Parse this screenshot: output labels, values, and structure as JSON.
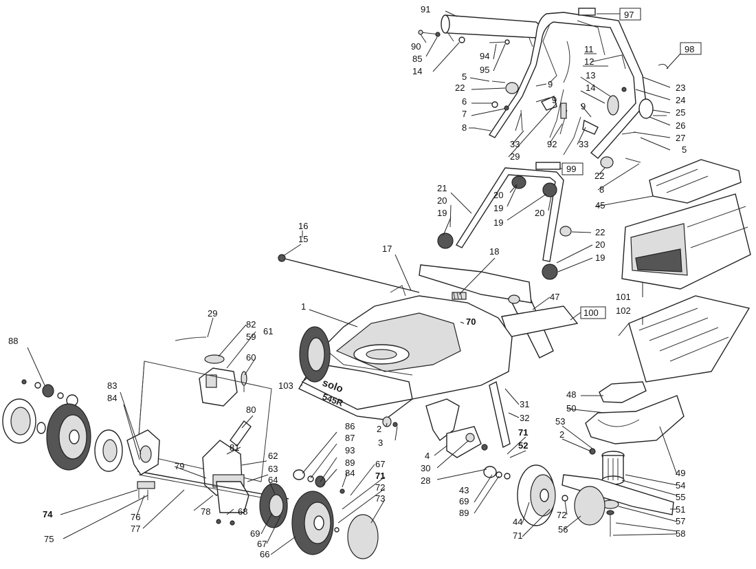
{
  "brand": {
    "logo": "solo",
    "model": "545R"
  },
  "labels": {
    "l91": "91",
    "l97": "97",
    "l90": "90",
    "l85": "85",
    "l14a": "14",
    "l94": "94",
    "l95": "95",
    "l11": "11",
    "l12": "12",
    "l98": "98",
    "l5a": "5",
    "l22a": "22",
    "l9a": "9",
    "l13": "13",
    "l14b": "14",
    "l23": "23",
    "l24": "24",
    "l6": "6",
    "l7": "7",
    "l9b": "9",
    "l25": "25",
    "l8a": "8",
    "l9c": "9",
    "l26": "26",
    "l33a": "33",
    "l92": "92",
    "l33b": "33",
    "l27": "27",
    "l29a": "29",
    "l5b": "5",
    "l99": "99",
    "l22b": "22",
    "l8b": "8",
    "l21": "21",
    "l20a": "20",
    "l20b": "20",
    "l19a": "19",
    "l19b": "19",
    "l20c": "20",
    "l19c": "19",
    "l45": "45",
    "l16": "16",
    "l15": "15",
    "l22c": "22",
    "l20d": "20",
    "l19d": "19",
    "l17": "17",
    "l18": "18",
    "l101": "101",
    "l102": "102",
    "l47": "47",
    "l100": "100",
    "l1": "1",
    "l70": "70",
    "l29b": "29",
    "l82": "82",
    "l59": "59",
    "l61": "61",
    "l88": "88",
    "l60": "60",
    "l103": "103",
    "l31": "31",
    "l48": "48",
    "l83": "83",
    "l84a": "84",
    "l50": "50",
    "l32": "32",
    "l80": "80",
    "l2a": "2",
    "l3": "3",
    "l53": "53",
    "l2b": "2",
    "l86": "86",
    "l87": "87",
    "l71a": "71",
    "l62": "62",
    "l93": "93",
    "l52": "52",
    "l81": "81",
    "l89a": "89",
    "l4": "4",
    "l63": "63",
    "l84b": "84",
    "l30": "30",
    "l49": "49",
    "l79": "79",
    "l64": "64",
    "l67a": "67",
    "l71b": "71",
    "l28": "28",
    "l54": "54",
    "l72a": "72",
    "l43": "43",
    "l69a": "69",
    "l55": "55",
    "l73": "73",
    "l89b": "89",
    "l78": "78",
    "l68": "68",
    "l74": "74",
    "l76": "76",
    "l51": "51",
    "l77": "77",
    "l72b": "72",
    "l57": "57",
    "l44": "44",
    "l75": "75",
    "l69b": "69",
    "l56": "56",
    "l58": "58",
    "l67b": "67",
    "l71c": "71",
    "l66": "66"
  }
}
